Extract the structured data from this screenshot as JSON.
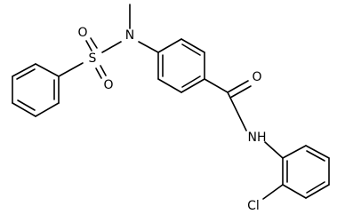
{
  "molecule": {
    "atoms": {
      "o1": "O",
      "s": "S",
      "o2": "O",
      "n_sulfonamide": "N",
      "o_carbonyl": "O",
      "nh": "NH",
      "cl": "Cl"
    },
    "colors": {
      "bond": "#000000",
      "label": "#000000",
      "background": "#ffffff"
    }
  }
}
